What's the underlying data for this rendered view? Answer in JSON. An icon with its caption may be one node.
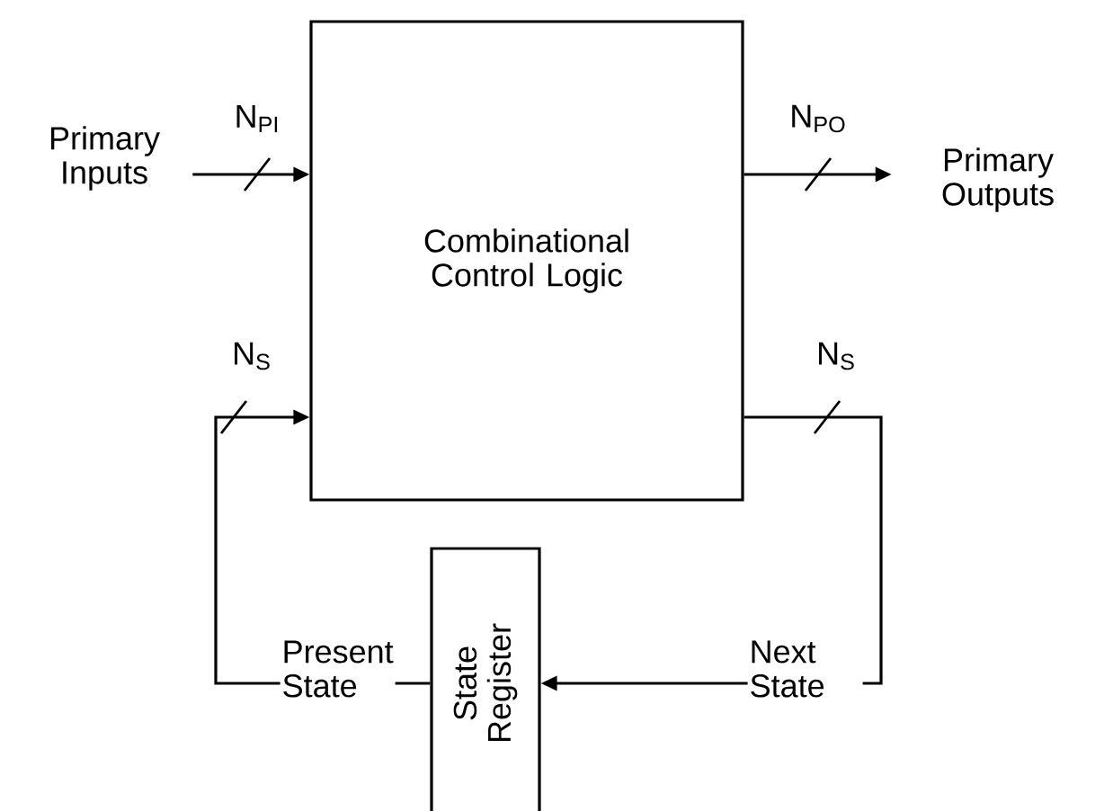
{
  "diagram": {
    "nodes": [
      {
        "text": [
          "Primary Inputs"
        ]
      },
      {
        "text": [
          "Combinational Control Logic"
        ]
      },
      {
        "text": [
          "Primary Outputs"
        ]
      },
      {
        "text": [
          "State Register"
        ]
      }
    ],
    "edges": [
      {
        "from": 0,
        "to": 1,
        "arrow": "to",
        "label": "N$_{PI}$"
      },
      {
        "from": 1,
        "to": 2,
        "arrow": "to",
        "label": "N$_{PO}$"
      },
      {
        "from": 1,
        "to": 3,
        "arrow": "to",
        "label": "N$_{S}$"
      },
      {
        "from": 3,
        "to": 1,
        "arrow": "to",
        "label": "N$_{S}$"
      }
    ],
    "labels": [
      "Present State",
      "Next State"
    ]
  }
}
